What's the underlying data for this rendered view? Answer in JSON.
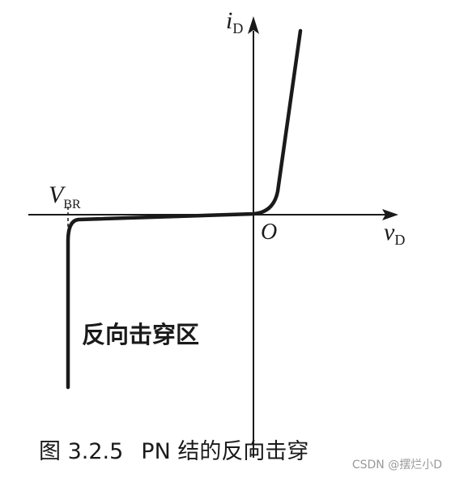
{
  "axes": {
    "y_label_main": "i",
    "y_label_sub": "D",
    "x_label_main": "v",
    "x_label_sub": "D",
    "origin_label": "O"
  },
  "breakdown": {
    "label_main": "V",
    "label_sub": "BR",
    "region_label": "反向击穿区"
  },
  "caption": {
    "number": "图 3.2.5",
    "title": "PN 结的反向击穿"
  },
  "watermark": "CSDN @摆烂小D",
  "colors": {
    "ink": "#1a1a1a",
    "background": "#ffffff",
    "watermark": "#9a9a9a"
  }
}
